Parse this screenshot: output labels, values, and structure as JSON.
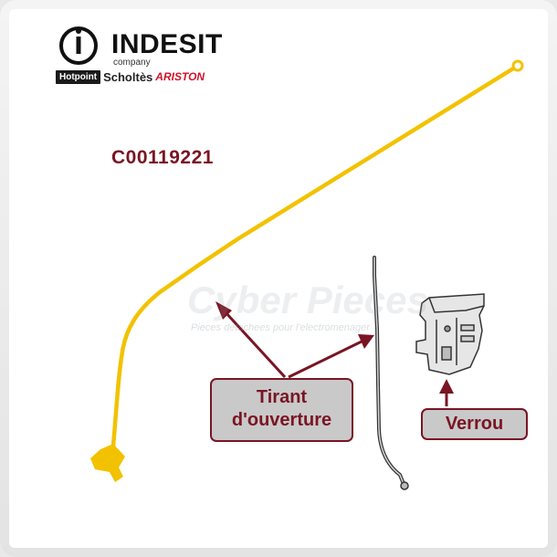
{
  "brand": {
    "name": "INDESIT",
    "tagline": "company",
    "sub_brands": [
      "Hotpoint",
      "Scholtès",
      "ARISTON"
    ]
  },
  "part_reference": "C00119221",
  "watermark": {
    "name": "Cyber Pieces",
    "slogan": "Pieces detachees pour l'electromenager"
  },
  "callouts": {
    "rod_label_line1": "Tirant",
    "rod_label_line2": "d'ouverture",
    "lock_label": "Verrou"
  },
  "colors": {
    "rod": "#f2c200",
    "accent": "#7a1523",
    "label_bg": "#c9c9c9"
  },
  "icons": {
    "logo": "indesit-power-logo",
    "lock": "door-lock-device"
  }
}
